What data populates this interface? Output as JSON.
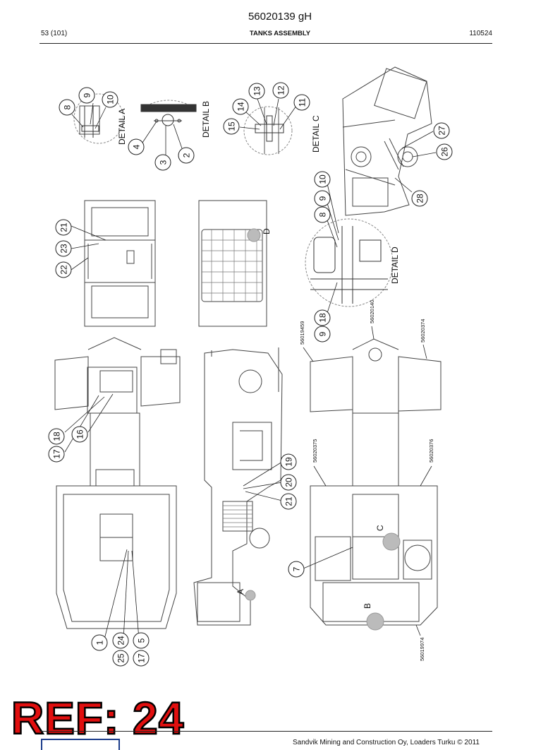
{
  "document": {
    "number": "56020139 gH",
    "page": "53 (101)",
    "title": "TANKS ASSEMBLY",
    "date": "110524"
  },
  "drawing": {
    "detail_titles": [
      "DETAIL A",
      "DETAIL B",
      "DETAIL C",
      "DETAIL D"
    ],
    "view_letters": [
      "A",
      "B",
      "C",
      "D"
    ],
    "balloons": [
      "8",
      "9",
      "10",
      "4",
      "3",
      "2",
      "13",
      "12",
      "14",
      "11",
      "15",
      "27",
      "26",
      "28",
      "10",
      "9",
      "8",
      "21",
      "23",
      "22",
      "18",
      "9",
      "17",
      "18",
      "16",
      "19",
      "20",
      "21",
      "7",
      "1",
      "24",
      "5",
      "25",
      "17"
    ],
    "part_numbers": [
      "56019459",
      "56020140",
      "56020374",
      "56020375",
      "56020376",
      "56019974"
    ]
  },
  "stamp": {
    "text": "REF: 24"
  },
  "footer": {
    "text": "Sandvik Mining and Construction Oy, Loaders Turku © 2011"
  }
}
